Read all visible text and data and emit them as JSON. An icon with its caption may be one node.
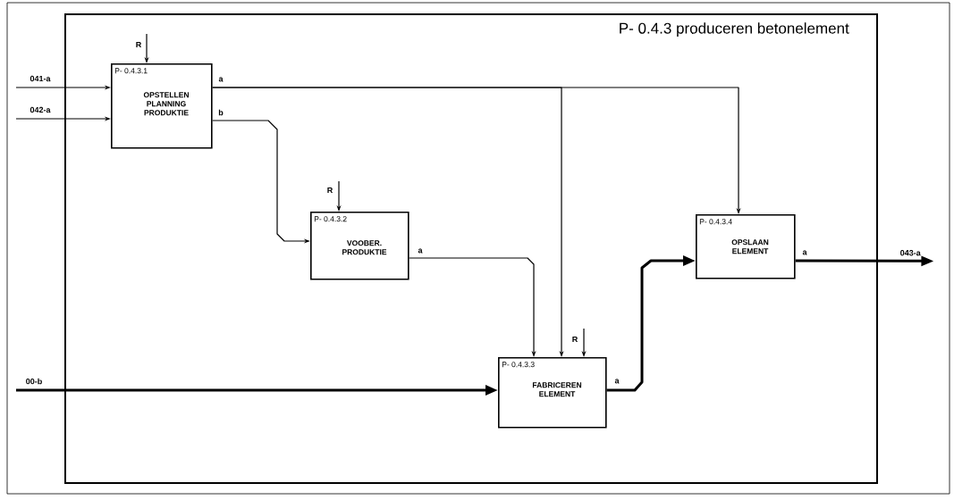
{
  "diagram": {
    "nodes": [
      {
        "text": [
          "P- 0.4.3 produceren betonelement"
        ]
      },
      {
        "text": [
          "P- 0.4.3.1",
          "OPSTELLEN PLANNING PRODUKTIE"
        ],
        "in": 0
      },
      {
        "text": [
          "P- 0.4.3.2",
          "VOOBER. PRODUKTIE"
        ],
        "in": 0
      },
      {
        "text": [
          "P- 0.4.3.3",
          "FABRICEREN ELEMENT"
        ],
        "in": 0
      },
      {
        "text": [
          "P- 0.4.3.4",
          "OPSLAAN ELEMENT"
        ],
        "in": 0
      },
      {
        "text": [
          "043-a"
        ]
      }
    ],
    "edges": [
      {
        "from": null,
        "to": 1,
        "arrow": "to",
        "label": "041-a"
      },
      {
        "from": null,
        "to": 1,
        "arrow": "to",
        "label": "042-a"
      },
      {
        "from": null,
        "to": 1,
        "arrow": "to",
        "label": "R"
      },
      {
        "from": 1,
        "to": 4,
        "arrow": "to",
        "label": "a"
      },
      {
        "from": 1,
        "to": 3,
        "arrow": "to"
      },
      {
        "from": 1,
        "to": 2,
        "arrow": "to",
        "label": "b"
      },
      {
        "from": null,
        "to": 2,
        "arrow": "to",
        "label": "R"
      },
      {
        "from": 2,
        "to": 3,
        "arrow": "to",
        "label": "a"
      },
      {
        "from": null,
        "to": 3,
        "arrow": "to",
        "label": "R"
      },
      {
        "from": null,
        "to": 3,
        "arrow": "to",
        "label": "00-b",
        "style": "thick"
      },
      {
        "from": 3,
        "to": 4,
        "arrow": "to",
        "label": "a",
        "style": "thick"
      },
      {
        "from": 4,
        "to": 5,
        "arrow": "to",
        "label": "a",
        "style": "thick"
      }
    ]
  }
}
